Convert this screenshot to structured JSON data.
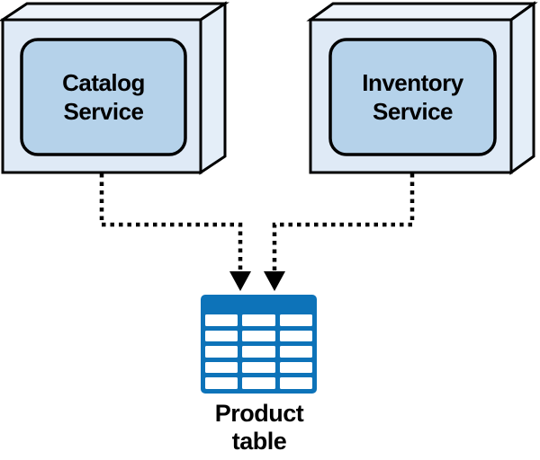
{
  "nodes": {
    "catalog": {
      "label": "Catalog Service",
      "line1": "Catalog",
      "line2": "Service",
      "shape": "3d-box"
    },
    "inventory": {
      "label": "Inventory Service",
      "line1": "Inventory",
      "line2": "Service",
      "shape": "3d-box"
    },
    "product_table": {
      "label": "Product table",
      "line1": "Product",
      "line2": "table",
      "icon": "table-icon",
      "rows": 5,
      "cols": 3
    }
  },
  "edges": [
    {
      "from": "Catalog Service",
      "to": "Product table",
      "style": "dotted",
      "arrow": "filled-triangle-down"
    },
    {
      "from": "Inventory Service",
      "to": "Product table",
      "style": "dotted",
      "arrow": "filled-triangle-down"
    }
  ],
  "colors": {
    "background": "#ffffff",
    "node_face": "#dfeaf6",
    "node_top": "#edf3fa",
    "node_side": "#e4eef8",
    "node_inner": "#b5d2ea",
    "outline": "#000000",
    "table_blue": "#0d73b9",
    "table_cell": "#ffffff"
  }
}
